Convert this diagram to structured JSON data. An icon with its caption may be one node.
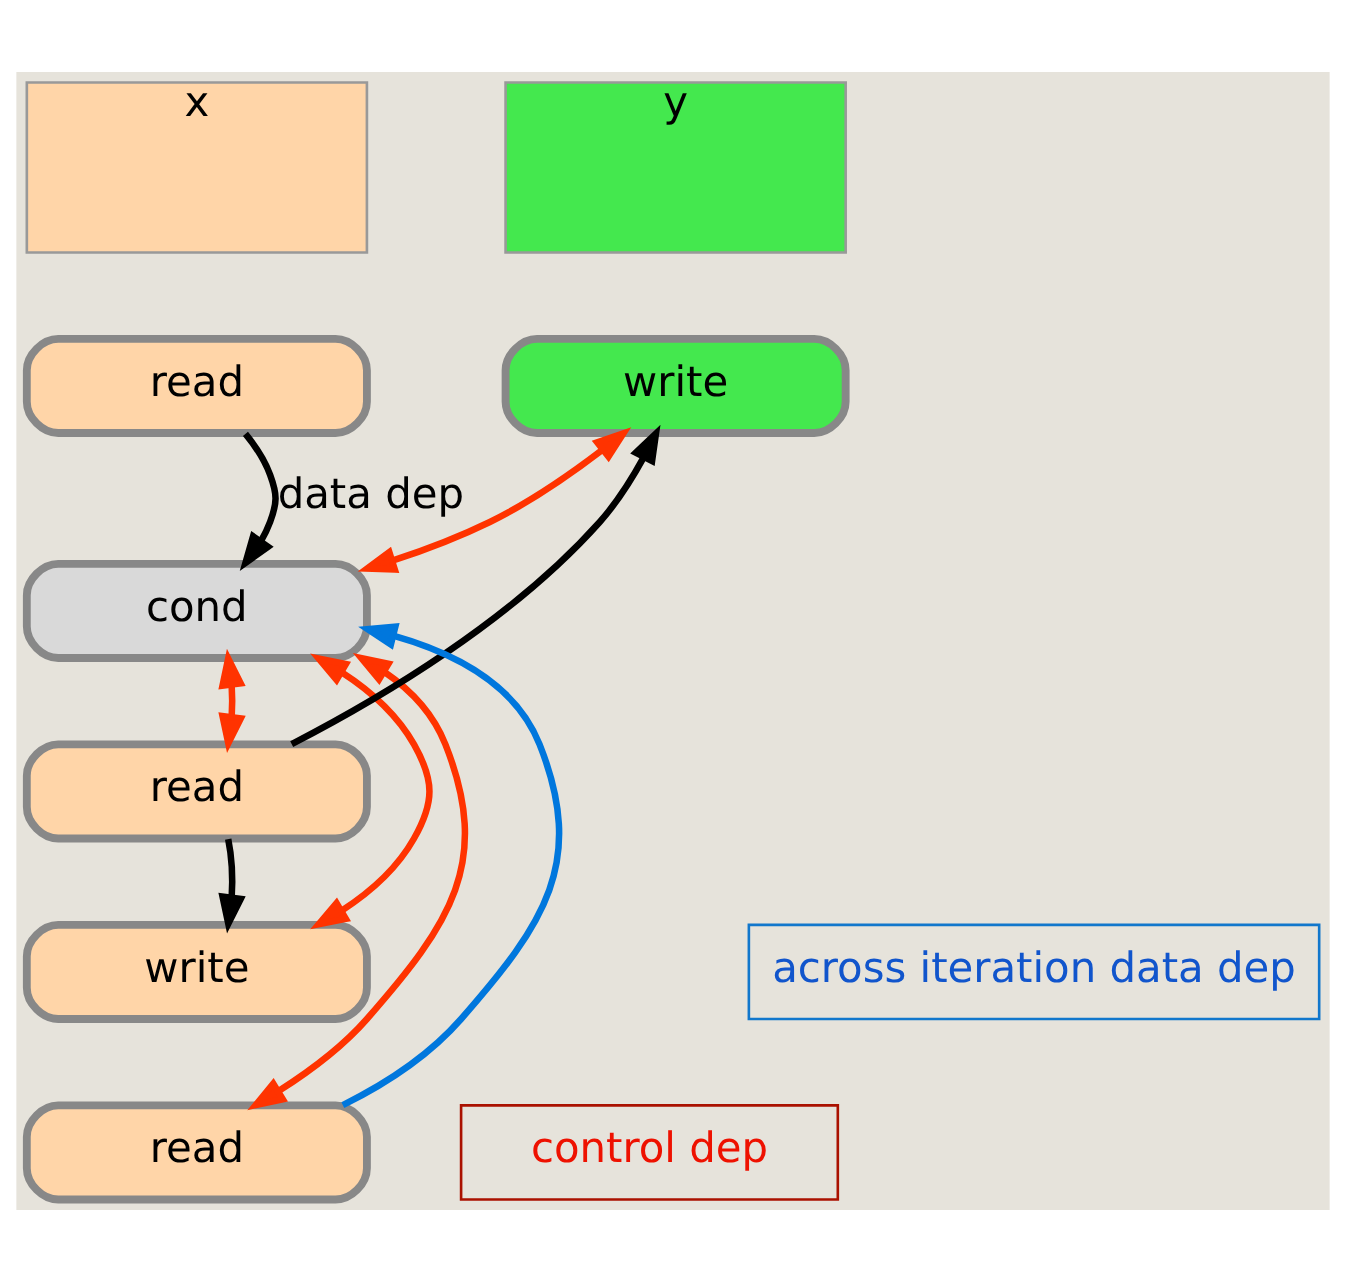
{
  "diagram": {
    "nodes": [
      {
        "text": [
          "x"
        ]
      },
      {
        "text": [
          "y"
        ]
      },
      {
        "text": [
          "read"
        ]
      },
      {
        "text": [
          "cond"
        ]
      },
      {
        "text": [
          "read"
        ]
      },
      {
        "text": [
          "write"
        ]
      },
      {
        "text": [
          "read"
        ]
      },
      {
        "text": [
          "write"
        ]
      },
      {
        "text": [
          "across iteration data dep"
        ]
      },
      {
        "text": [
          "control dep"
        ]
      }
    ],
    "edges": [
      {
        "from": 2,
        "to": 3,
        "arrow": "to",
        "label": "data dep",
        "color": "#000000"
      },
      {
        "from": 3,
        "to": 7,
        "arrow": "both",
        "color": "#ff3300"
      },
      {
        "from": 4,
        "to": 3,
        "arrow": "both",
        "color": "#ff3300"
      },
      {
        "from": 4,
        "to": 7,
        "arrow": "to",
        "color": "#000000"
      },
      {
        "from": 4,
        "to": 5,
        "arrow": "to",
        "color": "#000000"
      },
      {
        "from": 3,
        "to": 5,
        "arrow": "both",
        "color": "#ff3300"
      },
      {
        "from": 3,
        "to": 6,
        "arrow": "both",
        "color": "#ff3300"
      },
      {
        "from": 6,
        "to": 3,
        "arrow": "to",
        "color": "#0077dd"
      }
    ]
  }
}
